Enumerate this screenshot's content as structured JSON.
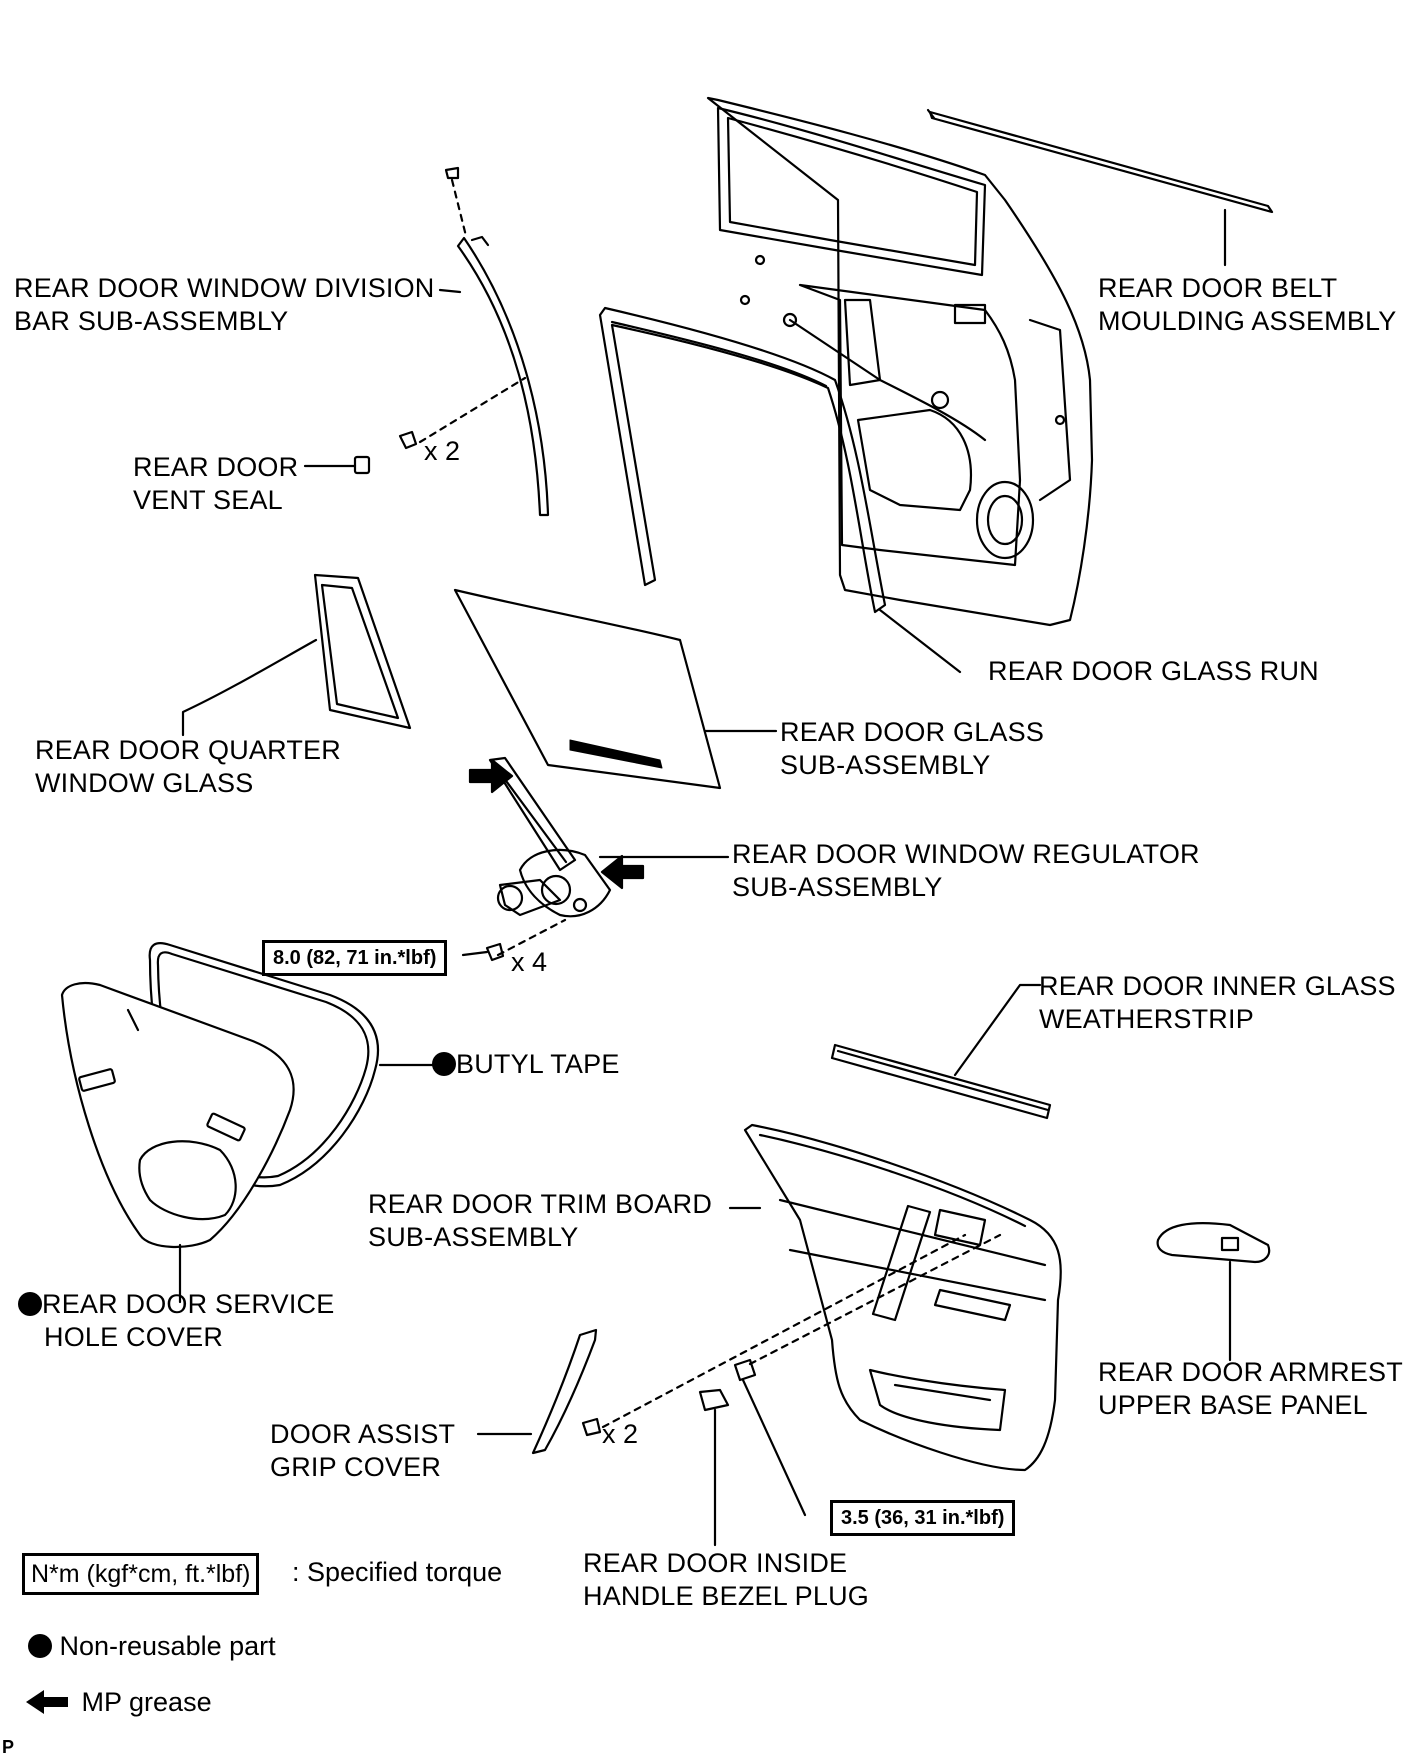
{
  "labels": {
    "division_bar": [
      "REAR DOOR WINDOW DIVISION",
      "BAR SUB-ASSEMBLY"
    ],
    "belt_moulding": [
      "REAR DOOR BELT",
      "MOULDING ASSEMBLY"
    ],
    "vent_seal": [
      "REAR DOOR",
      "VENT SEAL"
    ],
    "glass_run": "REAR DOOR GLASS RUN",
    "quarter_glass": [
      "REAR DOOR QUARTER",
      "WINDOW GLASS"
    ],
    "glass_sub": [
      "REAR DOOR GLASS",
      "SUB-ASSEMBLY"
    ],
    "regulator": [
      "REAR DOOR WINDOW REGULATOR",
      "SUB-ASSEMBLY"
    ],
    "butyl_tape": "BUTYL TAPE",
    "inner_weatherstrip": [
      "REAR DOOR INNER GLASS",
      "WEATHERSTRIP"
    ],
    "trim_board": [
      "REAR DOOR TRIM BOARD",
      "SUB-ASSEMBLY"
    ],
    "service_cover": [
      "REAR DOOR SERVICE",
      "HOLE COVER"
    ],
    "armrest_panel": [
      "REAR DOOR ARMREST",
      "UPPER BASE PANEL"
    ],
    "assist_grip": [
      "DOOR ASSIST",
      "GRIP COVER"
    ],
    "bezel_plug": [
      "REAR DOOR INSIDE",
      "HANDLE BEZEL PLUG"
    ]
  },
  "quantities": {
    "division_bar_bolts": "x 2",
    "regulator_bolts": "x 4",
    "grip_screws": "x 2"
  },
  "torques": {
    "regulator": "8.0 (82, 71 in.*lbf)",
    "trim_board": "3.5 (36, 31 in.*lbf)"
  },
  "legend": {
    "torque_box": "N*m (kgf*cm, ft.*lbf)",
    "torque_text": ": Specified torque",
    "non_reusable": "Non-reusable part",
    "grease": "MP grease"
  },
  "corner_mark": "P",
  "icons": {
    "non_reusable": "filled-circle-icon",
    "grease": "left-arrow-icon"
  }
}
